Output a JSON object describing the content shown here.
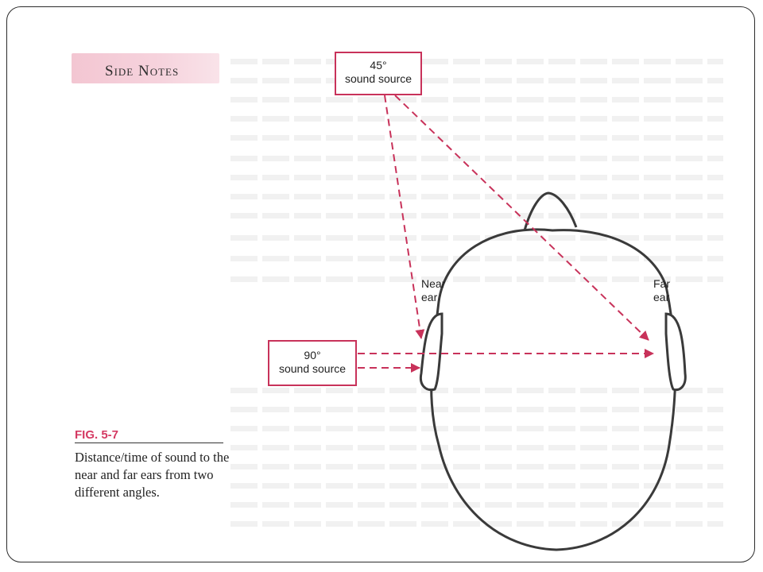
{
  "side_notes": {
    "title": "Side Notes"
  },
  "figure": {
    "label": "FIG. 5-7",
    "caption": "Distance/time of sound to the near and far ears from two different angles."
  },
  "diagram": {
    "source_45": {
      "line1": "45°",
      "line2": "sound source"
    },
    "source_90": {
      "line1": "90°",
      "line2": "sound source"
    },
    "near_ear": {
      "line1": "Near",
      "line2": "ear"
    },
    "far_ear": {
      "line1": "Far",
      "line2": "ear"
    }
  },
  "colors": {
    "accent": "#c8325a",
    "outline": "#3a3a3a",
    "banner": "#f3c6d2"
  }
}
